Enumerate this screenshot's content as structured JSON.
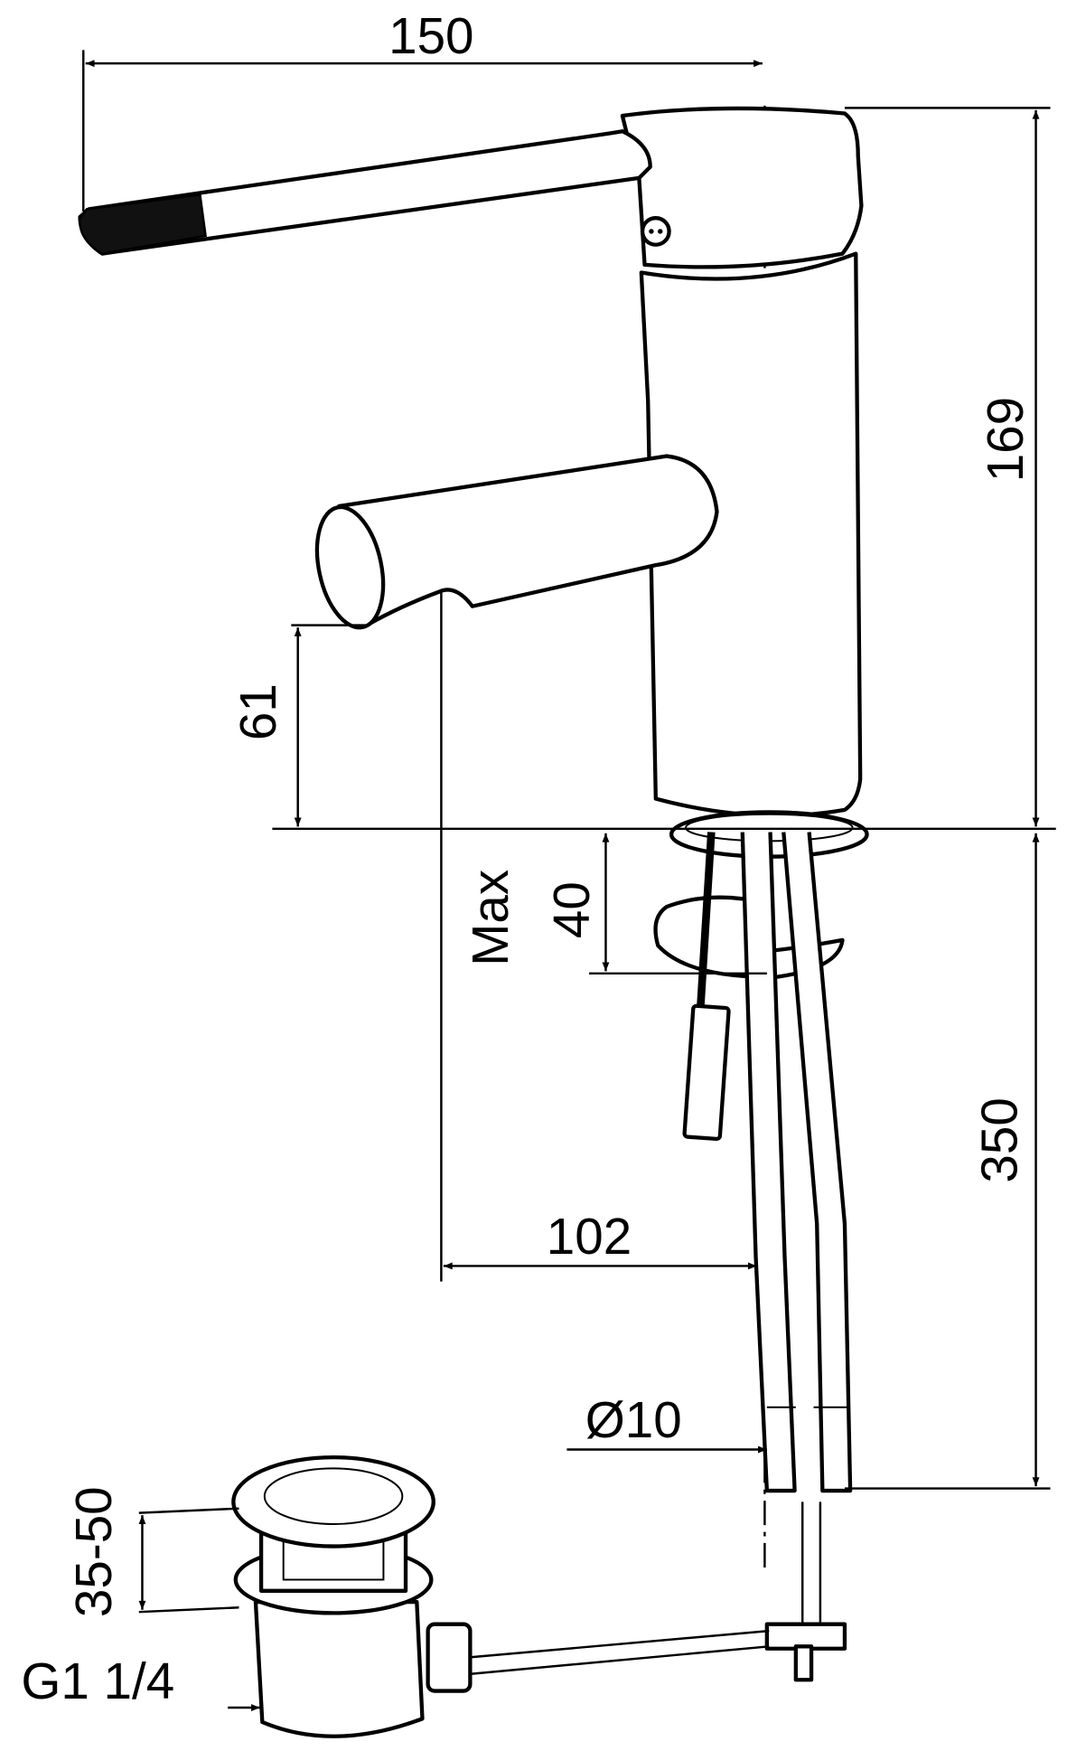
{
  "drawing": {
    "dimensions": {
      "lever_reach": "150",
      "total_height": "169",
      "spout_height": "61",
      "max_label": "Max",
      "max_thickness": "40",
      "hose_length": "350",
      "spout_reach": "102",
      "hose_diameter": "Ø10",
      "waste_range": "35-50",
      "waste_thread": "G1 1/4"
    },
    "line_color": "#000000",
    "background_color": "#ffffff"
  }
}
